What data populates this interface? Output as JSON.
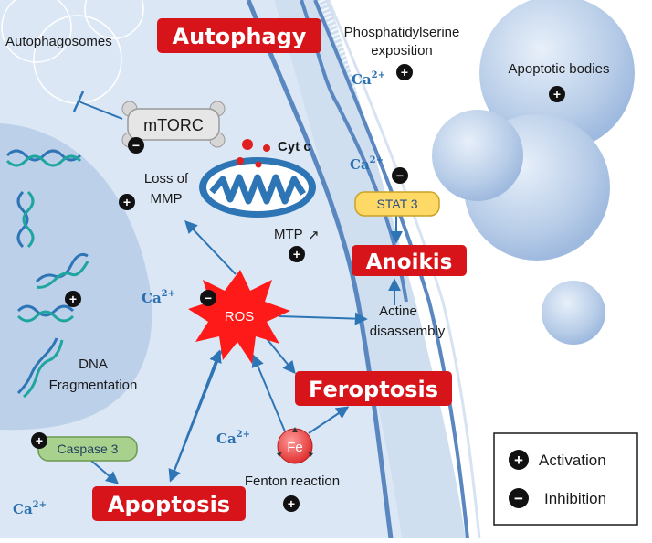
{
  "phenotypes": {
    "autophagy": "Autophagy",
    "anoikis": "Anoikis",
    "feroptosis": "Feroptosis",
    "apoptosis": "Apoptosis"
  },
  "nodes": {
    "mtorc": "mTORC",
    "ros": "ROS",
    "fe": "Fe",
    "stat3": "STAT 3",
    "caspase3": "Caspase 3",
    "cytc": "Cyt c"
  },
  "labels": {
    "autophagosomes": "Autophagosomes",
    "ps_line1": "Phosphatidylserine",
    "ps_line2": "exposition",
    "apoptotic_bodies": "Apoptotic bodies",
    "loss_mmp_line1": "Loss of",
    "loss_mmp_line2": "MMP",
    "mtp": "MTP",
    "mtp_arrow": "↗",
    "actine_line1": "Actine",
    "actine_line2": "disassembly",
    "dna_line1": "DNA",
    "dna_line2": "Fragmentation",
    "fenton": "Fenton reaction"
  },
  "calcium": {
    "base": "Ca",
    "charge": "2+"
  },
  "signs": {
    "plus": "+",
    "minus": "−"
  },
  "legend": {
    "activation": "Activation",
    "inhibition": "Inhibition"
  },
  "colors": {
    "phenotype_red": "#d7141a",
    "arrow_blue": "#2e75b6",
    "calcium_blue": "#2a6fb0",
    "ros_red": "#ff1a1a",
    "stat3_yellow": "#ffd966",
    "caspase_green": "#a9d18e",
    "cell_blue": "#dbe7f5",
    "nucleus_blue": "#bcd0ea",
    "membrane_blue": "#4a7ab8"
  }
}
